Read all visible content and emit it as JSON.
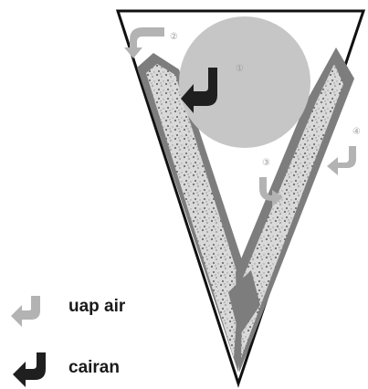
{
  "markers": [
    {
      "id": "1",
      "label": "①"
    },
    {
      "id": "2",
      "label": "②"
    },
    {
      "id": "3",
      "label": "③"
    },
    {
      "id": "4",
      "label": "④"
    }
  ],
  "legend": {
    "vapor_label": "uap air",
    "liquid_label": "cairan"
  },
  "colors": {
    "outline": "#111111",
    "wall": "#7d7d7d",
    "sphere": "#c6c6c6",
    "vapor_arrow": "#b3b3b3",
    "liquid_arrow": "#1f1f1f",
    "background": "#ffffff"
  }
}
